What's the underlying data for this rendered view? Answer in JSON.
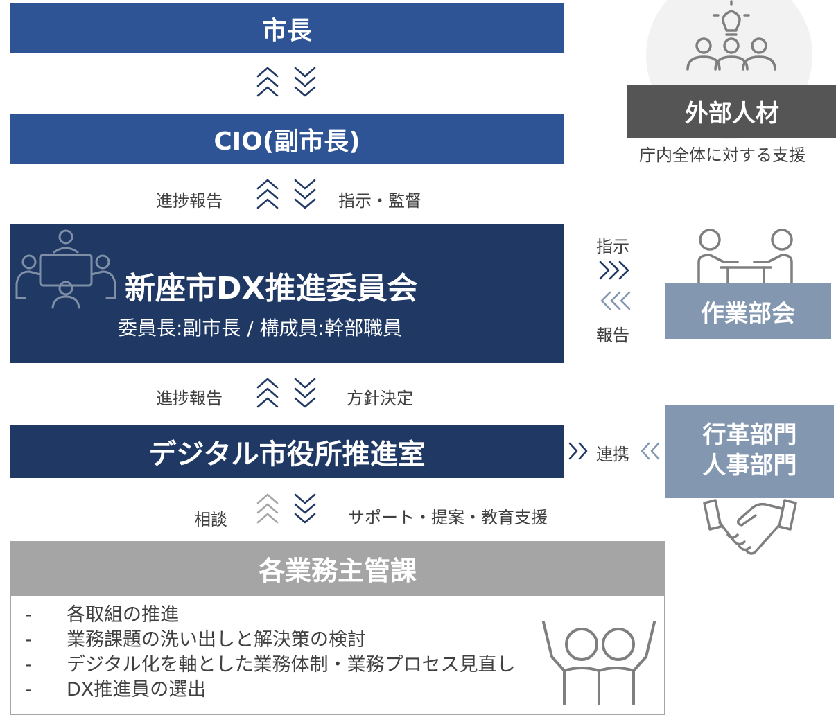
{
  "mayor": {
    "label": "市長"
  },
  "cio": {
    "label": "CIO(副市長)"
  },
  "flow_cio_committee": {
    "up": "進捗報告",
    "down": "指示・監督"
  },
  "committee": {
    "title": "新座市DX推進委員会",
    "subtitle": "委員長:副市長 / 構成員:幹部職員"
  },
  "flow_committee_office": {
    "up": "進捗報告",
    "down": "方針決定"
  },
  "office": {
    "label": "デジタル市役所推進室"
  },
  "flow_office_divisions": {
    "up": "相談",
    "down": "サポート・提案・教育支援"
  },
  "divisions": {
    "title": "各業務主管課",
    "items": [
      "各取組の推進",
      "業務課題の洗い出しと解決策の検討",
      "デジタル化を軸とした業務体制・業務プロセス見直し",
      "DX推進員の選出"
    ],
    "bullet": "-"
  },
  "external": {
    "label": "外部人材",
    "caption": "庁内全体に対する支援"
  },
  "working_group": {
    "label": "作業部会",
    "instruct": "指示",
    "report": "報告"
  },
  "admin_reform": {
    "line1": "行革部門",
    "line2": "人事部門",
    "link": "連携"
  },
  "colors": {
    "blue": "#2f5496",
    "navy": "#1f3864",
    "gray_box": "#a5a5a5",
    "dark_gray": "#555555",
    "steel": "#8497b0",
    "chevron": "#1f3864",
    "icon": "#7f7f7f"
  },
  "icons": [
    "lightbulb-people-icon",
    "meeting-table-icon",
    "two-people-desk-icon",
    "handshake-icon",
    "celebrating-people-icon"
  ]
}
